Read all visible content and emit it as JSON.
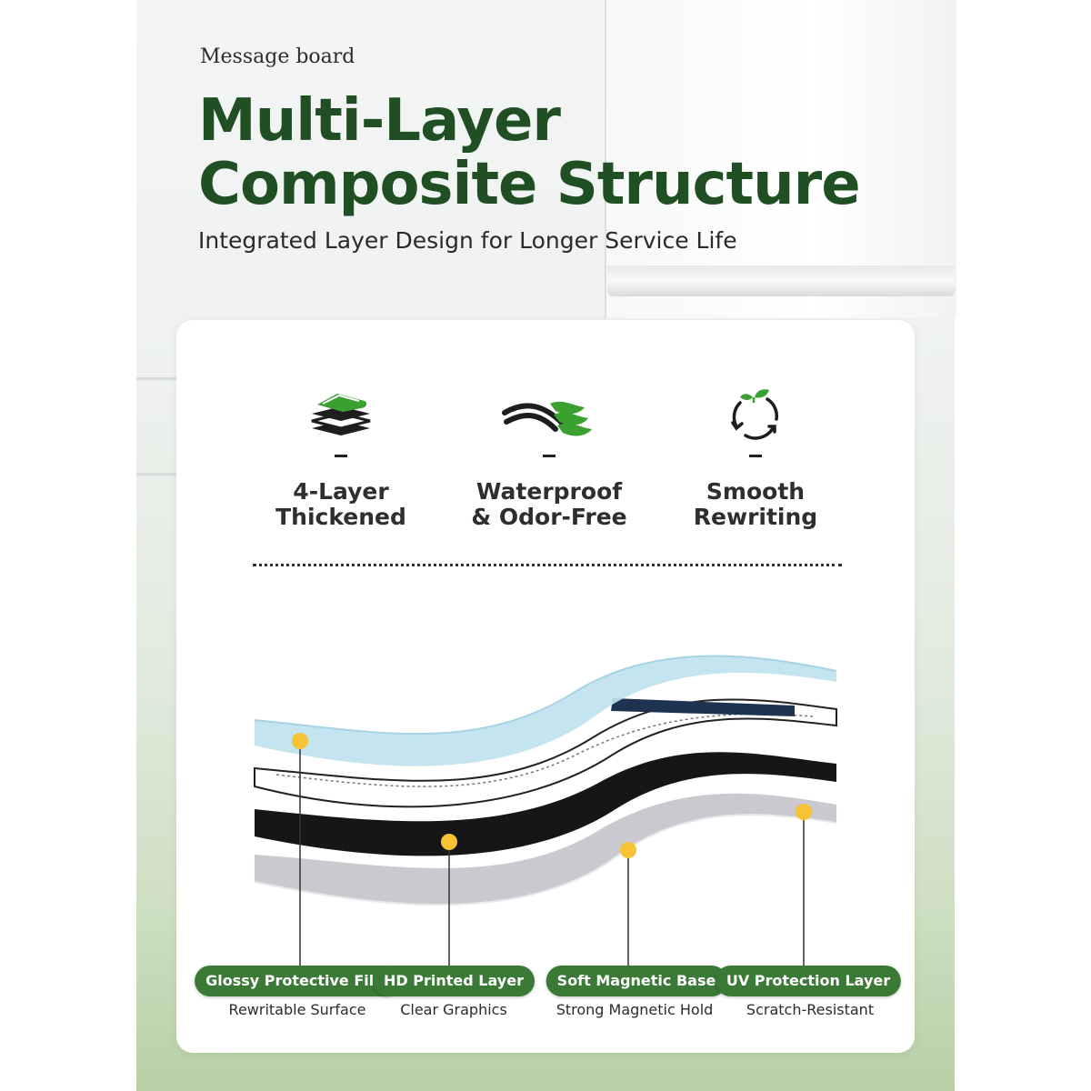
{
  "header": {
    "eyebrow": "Message board",
    "title_line1": "Multi-Layer",
    "title_line2": "Composite Structure",
    "subtitle": "Integrated Layer Design for Longer Service Life"
  },
  "features": [
    {
      "label_line1": "4-Layer",
      "label_line2": "Thickened",
      "icon": "stacked-layers-icon"
    },
    {
      "label_line1": "Waterproof",
      "label_line2": "& Odor-Free",
      "icon": "water-wave-icon"
    },
    {
      "label_line1": "Smooth",
      "label_line2": "Rewriting",
      "icon": "recycle-leaf-icon"
    }
  ],
  "layers": [
    {
      "name": "Glossy Protective Film",
      "caption": "Rewritable Surface"
    },
    {
      "name": "HD Printed Layer",
      "caption": "Clear Graphics"
    },
    {
      "name": "Soft Magnetic Base",
      "caption": "Strong Magnetic Hold"
    },
    {
      "name": "UV Protection Layer",
      "caption": "Scratch-Resistant"
    }
  ],
  "colors": {
    "title_green": "#214f24",
    "pill_green": "#3b7a36",
    "marker_yellow": "#f7c234",
    "icon_green": "#3aa02f"
  }
}
